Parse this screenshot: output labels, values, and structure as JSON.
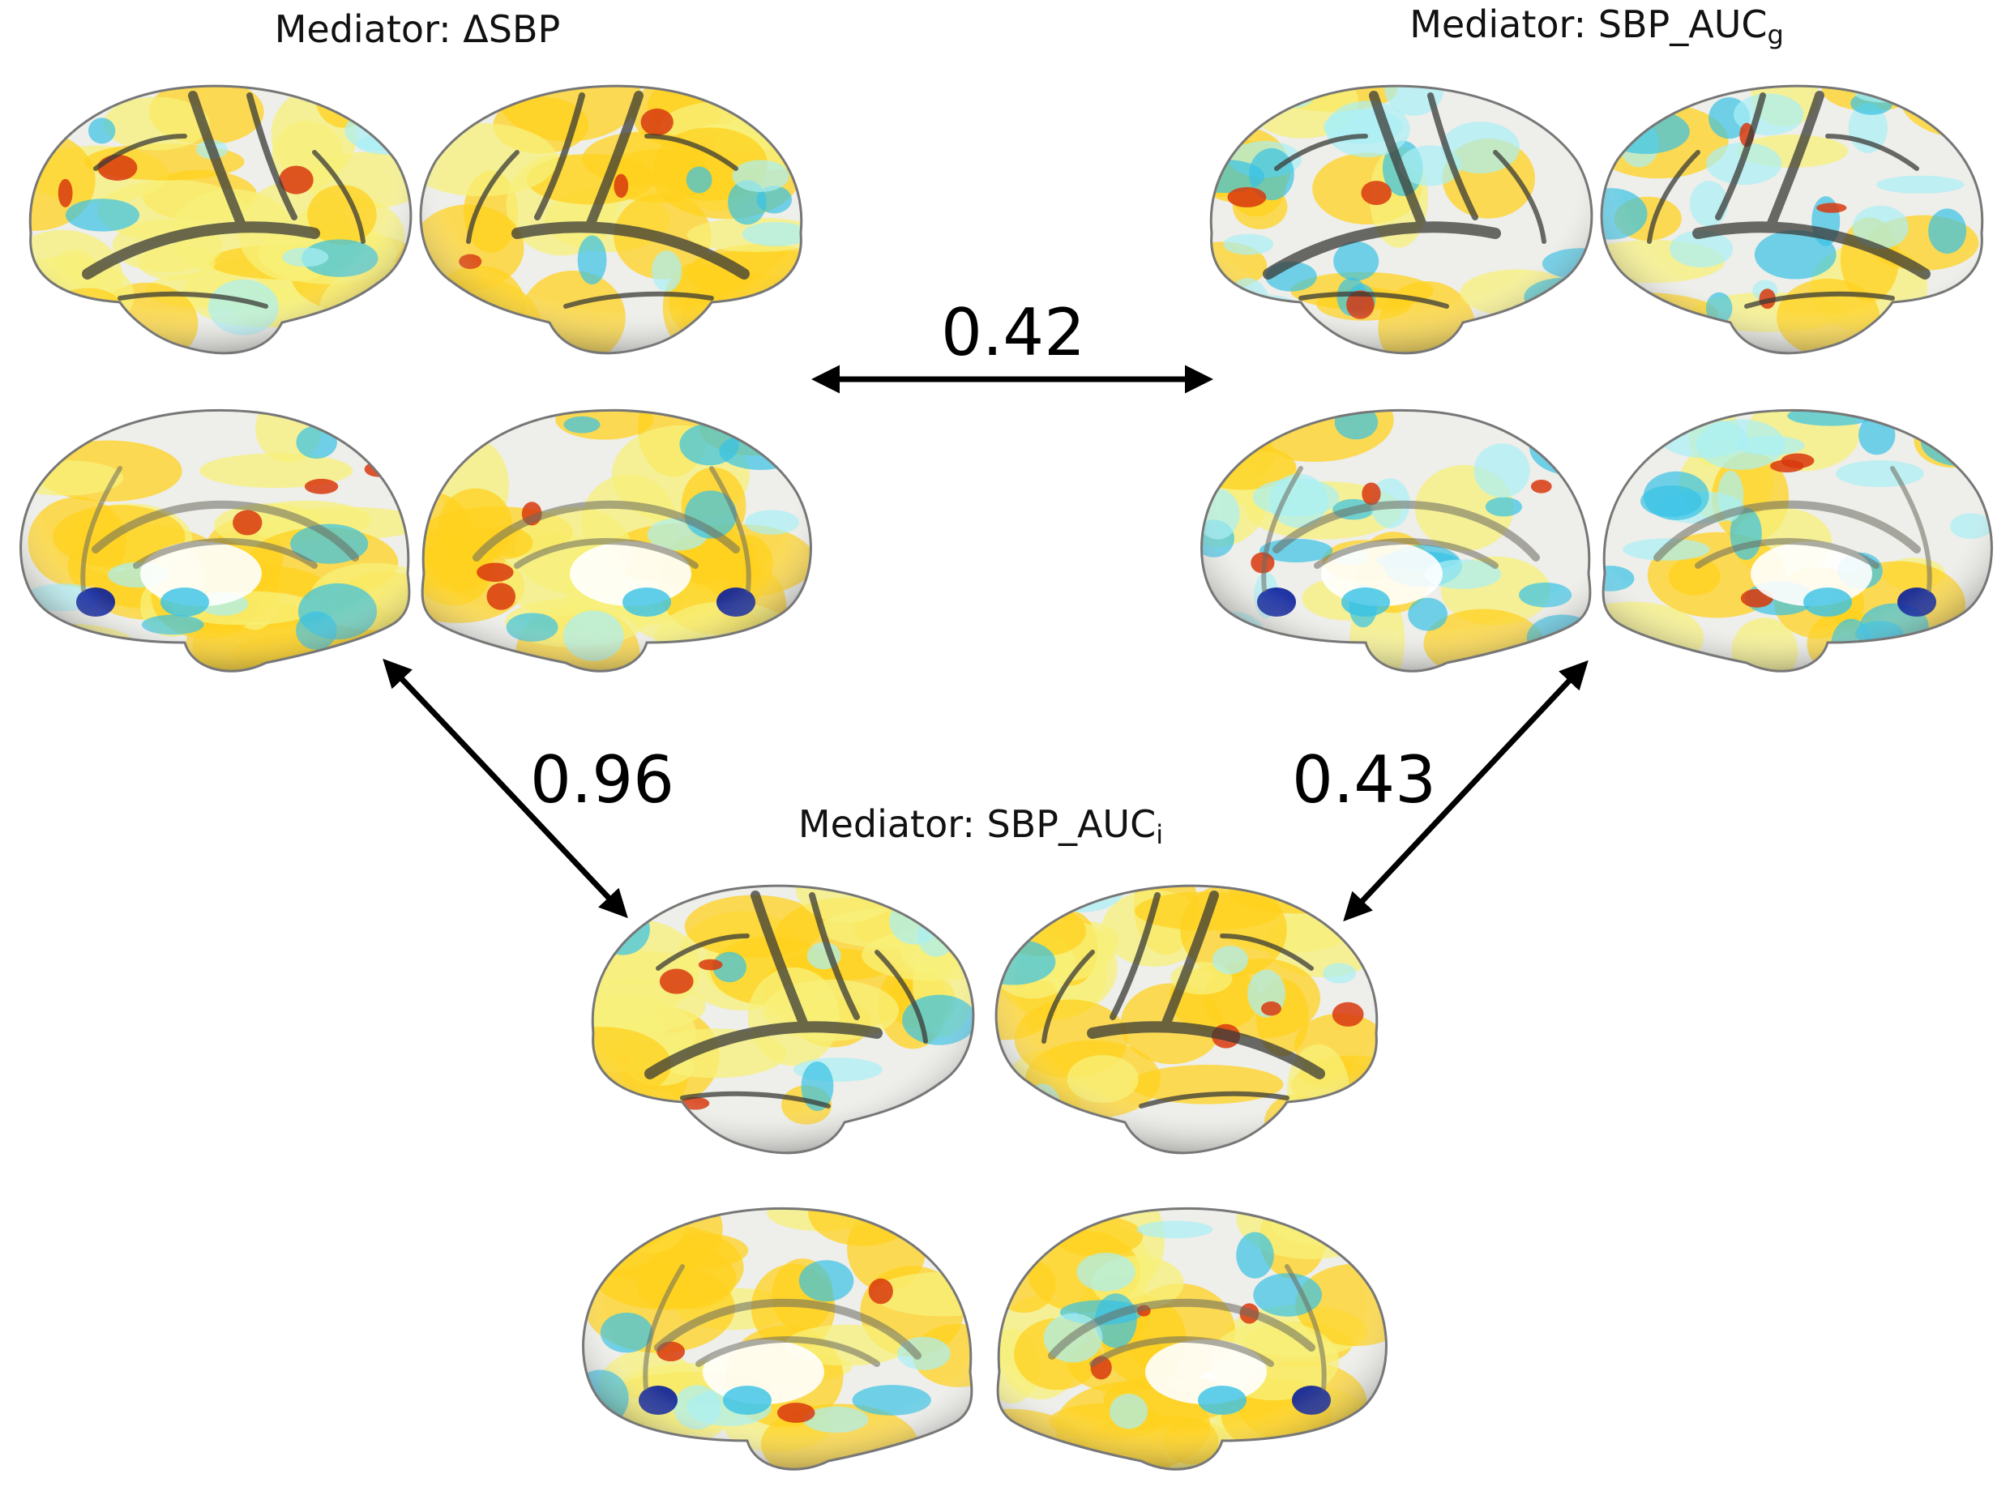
{
  "panels": [
    {
      "id": "delta_sbp",
      "title_main": "Mediator: ΔSBP",
      "title_sub": ""
    },
    {
      "id": "sbp_auc_g",
      "title_main": "Mediator: SBP_AUC",
      "title_sub": "g"
    },
    {
      "id": "sbp_auc_i",
      "title_main": "Mediator: SBP_AUC",
      "title_sub": "i"
    }
  ],
  "correlations": [
    {
      "pair": [
        "delta_sbp",
        "sbp_auc_g"
      ],
      "value": "0.42"
    },
    {
      "pair": [
        "delta_sbp",
        "sbp_auc_i"
      ],
      "value": "0.96"
    },
    {
      "pair": [
        "sbp_auc_g",
        "sbp_auc_i"
      ],
      "value": "0.43"
    }
  ],
  "colors": {
    "positive_low": "#f7f07a",
    "positive_mid": "#ffd21f",
    "positive_high": "#d8380e",
    "negative_low": "#a9f0f5",
    "negative_mid": "#38c2e6",
    "negative_high": "#0a1f9c",
    "surface": "#eeeeea",
    "sulcus": "#3a3a36"
  }
}
